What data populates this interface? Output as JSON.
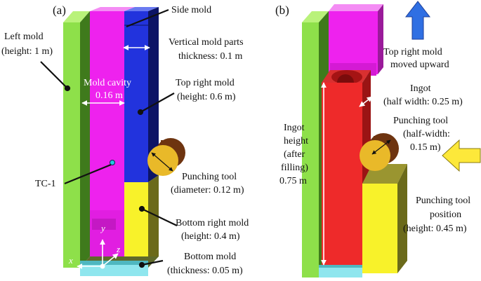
{
  "panel_a": {
    "tag": "(a)",
    "side_mold": "Side mold",
    "left_mold": [
      "Left mold",
      "(height: 1 m)"
    ],
    "vertical_parts": [
      "Vertical mold parts",
      "thickness: 0.1 m"
    ],
    "mold_cavity": [
      "Mold cavity",
      "0.16 m"
    ],
    "top_right_mold": [
      "Top right mold",
      "(height: 0.6 m)"
    ],
    "tc1": "TC-1",
    "punching_tool": [
      "Punching tool",
      "(diameter: 0.12 m)"
    ],
    "bottom_right_mold": [
      "Bottom right mold",
      "(height: 0.4 m)"
    ],
    "bottom_mold": [
      "Bottom mold",
      "(thickness: 0.05 m)"
    ],
    "axis_x": "x",
    "axis_y": "y",
    "axis_z": "z"
  },
  "panel_b": {
    "tag": "(b)",
    "top_right_moved": [
      "Top right mold",
      "moved upward"
    ],
    "ingot": [
      "Ingot",
      "(half width: 0.25 m)"
    ],
    "ingot_height": [
      "Ingot",
      "height",
      "(after",
      "filling)",
      "0.75 m"
    ],
    "punching_tool": [
      "Punching tool",
      "(half-width:",
      "0.15 m)"
    ],
    "punching_position": [
      "Punching tool",
      "position",
      "(height: 0.45 m)"
    ]
  },
  "colors": {
    "green": "#8ee04a",
    "green_dark": "#3f7a1c",
    "magenta": "#ee22ee",
    "blue": "#2233dd",
    "blue_dark": "#0c1466",
    "yellow": "#f8f22a",
    "olive": "#6b6a1a",
    "cyan": "#8fe6ee",
    "red": "#ee2a2a",
    "red_dark": "#9a1414",
    "gold": "#e9b929",
    "brown": "#6e3410",
    "arrow_blue": "#2f6fe3",
    "arrow_yellow": "#fde83a"
  }
}
